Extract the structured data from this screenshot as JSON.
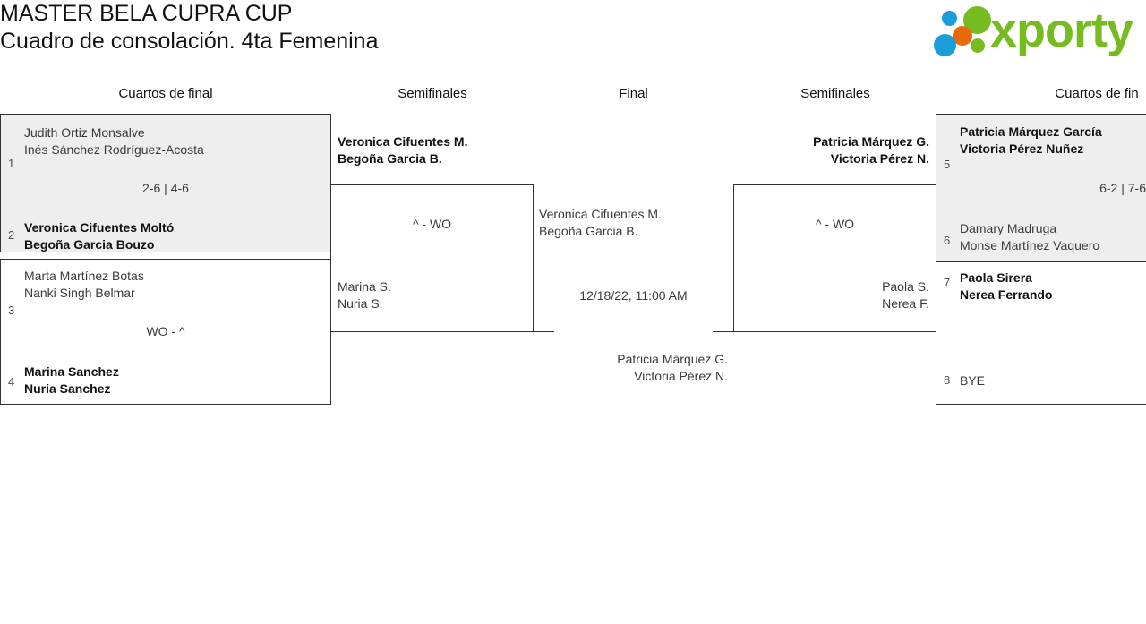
{
  "header": {
    "title_line1": "MASTER BELA CUPRA CUP",
    "title_line2": "Cuadro de consolación. 4ta Femenina",
    "logo_text": "xporty"
  },
  "rounds": [
    {
      "label": "Cuartos de final"
    },
    {
      "label": "Semifinales"
    },
    {
      "label": "Final"
    },
    {
      "label": "Semifinales"
    },
    {
      "label": "Cuartos de fin"
    }
  ],
  "left_quarterfinals": [
    {
      "seed_top": "1",
      "top_p1": "Judith Ortiz Monsalve",
      "top_p2": "Inés Sánchez Rodríguez-Acosta",
      "score": "2-6 | 4-6",
      "seed_bottom": "2",
      "bottom_p1": "Veronica Cifuentes Moltó",
      "bottom_p2": "Begoña Garcia Bouzo"
    },
    {
      "seed_top": "3",
      "top_p1": "Marta Martínez Botas",
      "top_p2": "Nanki Singh Belmar",
      "score": "WO - ^",
      "seed_bottom": "4",
      "bottom_p1": "Marina Sanchez",
      "bottom_p2": "Nuria Sanchez"
    }
  ],
  "right_quarterfinals": [
    {
      "seed_top": "5",
      "top_p1": "Patricia Márquez García",
      "top_p2": "Victoria Pérez Nuñez",
      "score": "6-2 | 7-6",
      "seed_bottom": "6",
      "bottom_p1": "Damary Madruga",
      "bottom_p2": "Monse Martínez Vaquero"
    },
    {
      "seed_top": "7",
      "top_p1": "Paola Sirera",
      "top_p2": "Nerea Ferrando",
      "score": "",
      "seed_bottom": "8",
      "bottom_p1": "BYE",
      "bottom_p2": ""
    }
  ],
  "left_semifinal": {
    "winner_p1": "Veronica Cifuentes M.",
    "winner_p2": "Begoña Garcia B.",
    "score": "^ - WO",
    "loser_p1": "Marina S.",
    "loser_p2": "Nuria S."
  },
  "right_semifinal": {
    "winner_p1": "Patricia Márquez G.",
    "winner_p2": "Victoria Pérez N.",
    "score": "^ - WO",
    "loser_p1": "Paola S.",
    "loser_p2": "Nerea F."
  },
  "final": {
    "left_p1": "Veronica Cifuentes M.",
    "left_p2": "Begoña Garcia B.",
    "date": "12/18/22, 11:00 AM",
    "right_p1": "Patricia Márquez G.",
    "right_p2": "Victoria Pérez N."
  },
  "colors": {
    "brand_green": "#76bc21",
    "brand_blue": "#1b9dd9",
    "brand_orange": "#e8690b",
    "shaded_row": "#eeeeee",
    "border": "#333333"
  }
}
